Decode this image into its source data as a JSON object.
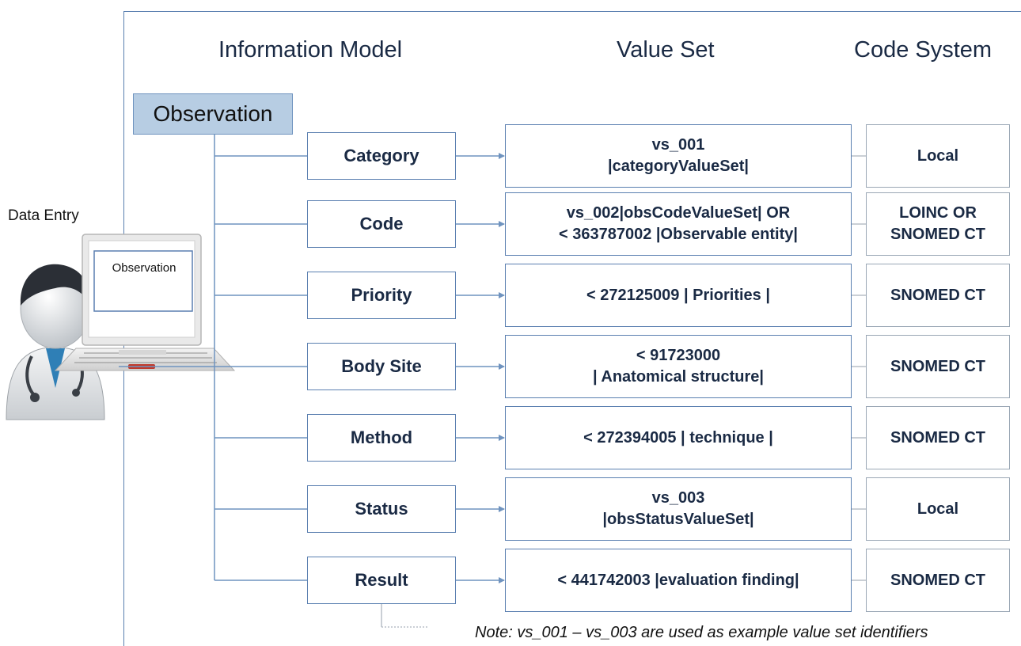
{
  "headers": {
    "information_model": "Information Model",
    "value_set": "Value Set",
    "code_system": "Code System"
  },
  "data_entry": {
    "label": "Data Entry",
    "screen_text": "Observation"
  },
  "root": {
    "label": "Observation"
  },
  "rows": [
    {
      "attribute": "Category",
      "value_set": "vs_001\n|categoryValueSet|",
      "code_system": "Local"
    },
    {
      "attribute": "Code",
      "value_set": "vs_002|obsCodeValueSet|  OR\n< 363787002 |Observable entity|",
      "code_system": "LOINC OR\nSNOMED CT"
    },
    {
      "attribute": "Priority",
      "value_set": "< 272125009 | Priorities |",
      "code_system": "SNOMED CT"
    },
    {
      "attribute": "Body Site",
      "value_set": "< 91723000\n| Anatomical structure|",
      "code_system": "SNOMED CT"
    },
    {
      "attribute": "Method",
      "value_set": "< 272394005 | technique |",
      "code_system": "SNOMED CT"
    },
    {
      "attribute": "Status",
      "value_set": "vs_003\n|obsStatusValueSet|",
      "code_system": "Local"
    },
    {
      "attribute": "Result",
      "value_set": "< 441742003 |evaluation finding|",
      "code_system": "SNOMED CT"
    }
  ],
  "note": "Note: vs_001 – vs_003 are used as example value set identifiers",
  "colors": {
    "frame": "#5a7fb0",
    "root_fill": "#b7cde3",
    "connector": "#6f93bf",
    "code_system_border": "#9aa7b5"
  }
}
